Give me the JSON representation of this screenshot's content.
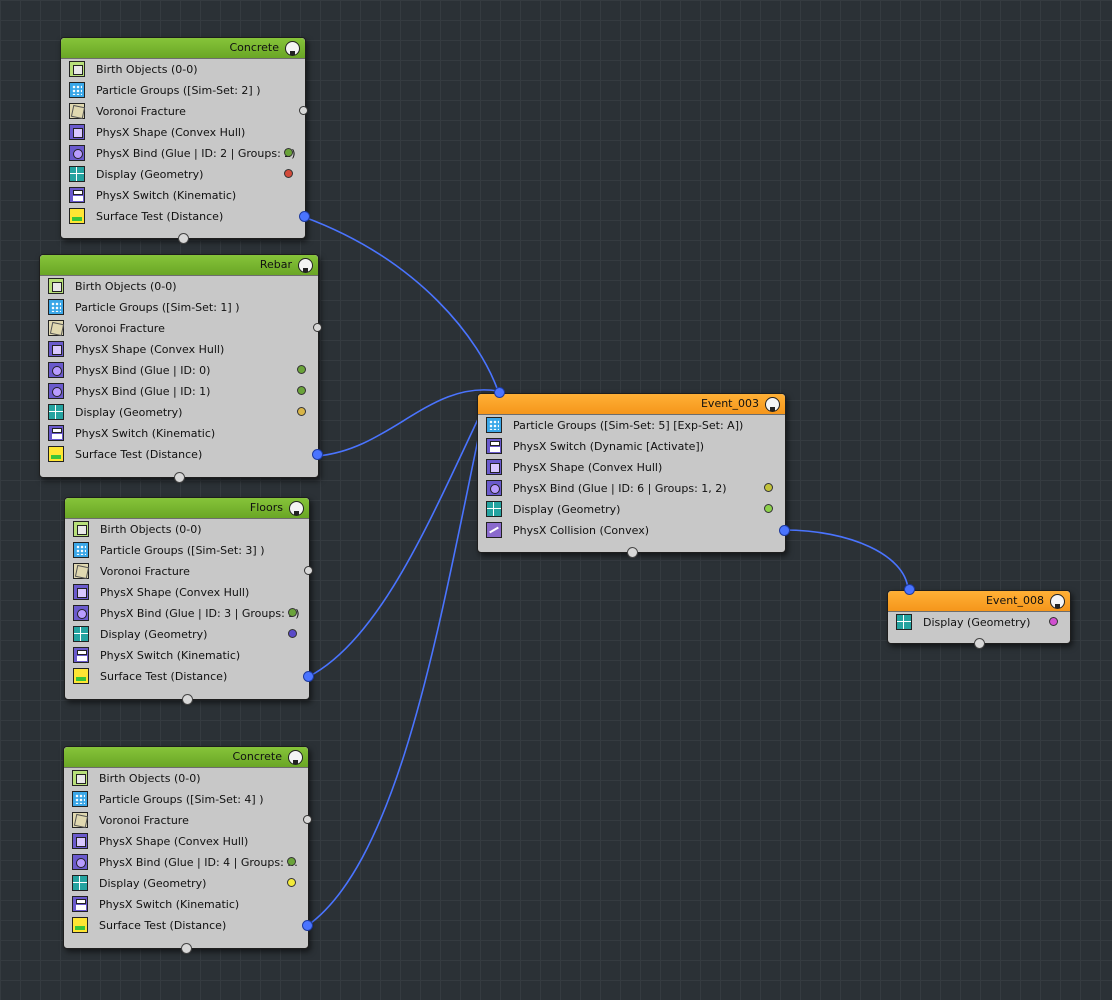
{
  "nodes": [
    {
      "title": "Concrete",
      "operators": [
        {
          "label": "Birth Objects (0-0)",
          "icon": "birth"
        },
        {
          "label": "Particle Groups ([Sim-Set: 2] )",
          "icon": "pgroup"
        },
        {
          "label": "Voronoi Fracture",
          "icon": "voronoi"
        },
        {
          "label": "PhysX Shape (Convex Hull)",
          "icon": "shape"
        },
        {
          "label": "PhysX Bind (Glue | ID: 2 | Groups: 2)",
          "icon": "bind"
        },
        {
          "label": "Display (Geometry)",
          "icon": "display"
        },
        {
          "label": "PhysX Switch (Kinematic)",
          "icon": "switch"
        },
        {
          "label": "Surface Test (Distance)",
          "icon": "surface"
        }
      ]
    },
    {
      "title": "Rebar",
      "operators": [
        {
          "label": "Birth Objects (0-0)",
          "icon": "birth"
        },
        {
          "label": "Particle Groups ([Sim-Set: 1] )",
          "icon": "pgroup"
        },
        {
          "label": "Voronoi Fracture",
          "icon": "voronoi"
        },
        {
          "label": "PhysX Shape (Convex Hull)",
          "icon": "shape"
        },
        {
          "label": "PhysX Bind (Glue | ID: 0)",
          "icon": "bind"
        },
        {
          "label": "PhysX Bind (Glue | ID: 1)",
          "icon": "bind"
        },
        {
          "label": "Display (Geometry)",
          "icon": "display"
        },
        {
          "label": "PhysX Switch (Kinematic)",
          "icon": "switch"
        },
        {
          "label": "Surface Test (Distance)",
          "icon": "surface"
        }
      ]
    },
    {
      "title": "Floors",
      "operators": [
        {
          "label": "Birth Objects (0-0)",
          "icon": "birth"
        },
        {
          "label": "Particle Groups ([Sim-Set: 3] )",
          "icon": "pgroup"
        },
        {
          "label": "Voronoi Fracture",
          "icon": "voronoi"
        },
        {
          "label": "PhysX Shape (Convex Hull)",
          "icon": "shape"
        },
        {
          "label": "PhysX Bind (Glue | ID: 3 | Groups: 3)",
          "icon": "bind"
        },
        {
          "label": "Display (Geometry)",
          "icon": "display"
        },
        {
          "label": "PhysX Switch (Kinematic)",
          "icon": "switch"
        },
        {
          "label": "Surface Test (Distance)",
          "icon": "surface"
        }
      ]
    },
    {
      "title": "Concrete",
      "operators": [
        {
          "label": "Birth Objects (0-0)",
          "icon": "birth"
        },
        {
          "label": "Particle Groups ([Sim-Set: 4] )",
          "icon": "pgroup"
        },
        {
          "label": "Voronoi Fracture",
          "icon": "voronoi"
        },
        {
          "label": "PhysX Shape (Convex Hull)",
          "icon": "shape"
        },
        {
          "label": "PhysX Bind (Glue | ID: 4 | Groups: ...",
          "icon": "bind"
        },
        {
          "label": "Display (Geometry)",
          "icon": "display"
        },
        {
          "label": "PhysX Switch (Kinematic)",
          "icon": "switch"
        },
        {
          "label": "Surface Test (Distance)",
          "icon": "surface"
        }
      ]
    },
    {
      "title": "Event_003",
      "operators": [
        {
          "label": "Particle Groups ([Sim-Set: 5] [Exp-Set: A])",
          "icon": "pgroup"
        },
        {
          "label": "PhysX Switch (Dynamic [Activate])",
          "icon": "switch"
        },
        {
          "label": "PhysX Shape (Convex Hull)",
          "icon": "shape"
        },
        {
          "label": "PhysX Bind (Glue | ID: 6 | Groups: 1, 2)",
          "icon": "bind"
        },
        {
          "label": "Display (Geometry)",
          "icon": "display"
        },
        {
          "label": "PhysX Collision (Convex)",
          "icon": "collision"
        }
      ]
    },
    {
      "title": "Event_008",
      "operators": [
        {
          "label": "Display (Geometry)",
          "icon": "display"
        }
      ]
    }
  ],
  "dot_colors": {
    "glue_bind": "#6aa33a",
    "display_red": "#d24a3a",
    "display_tan": "#d8b548",
    "display_purple": "#5a4ac8",
    "display_yellow": "#f2ea3a",
    "display_olive": "#c2c23a",
    "display_lightgreen": "#8cd04a",
    "display_magenta": "#d050d0",
    "output_idle": "#d8d8d8",
    "wire": "#4a74ff"
  }
}
